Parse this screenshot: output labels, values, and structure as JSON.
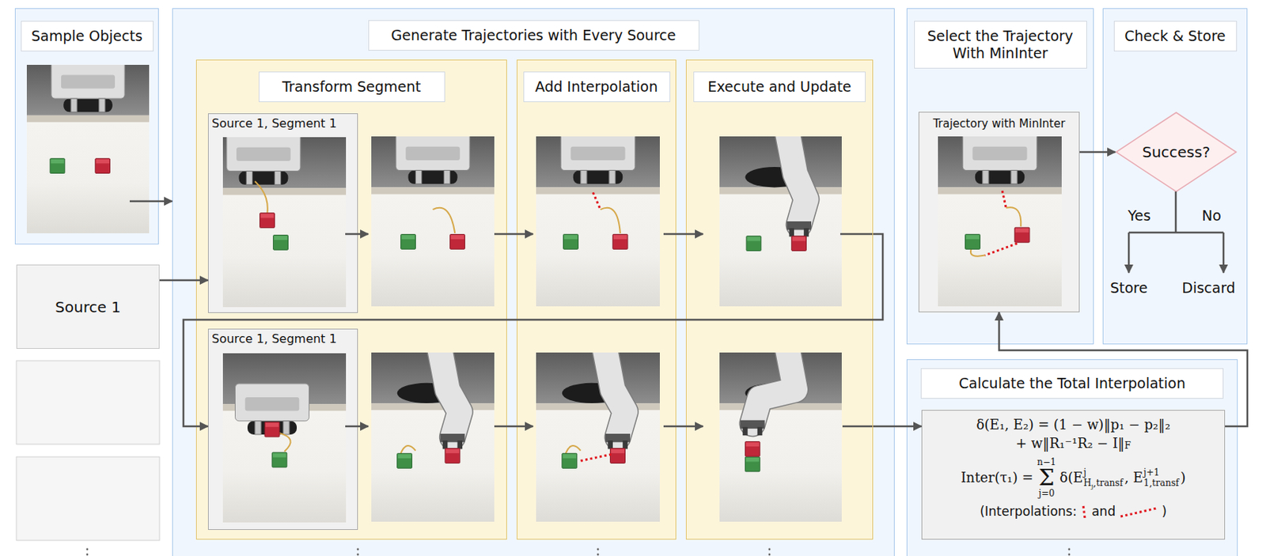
{
  "diagram": {
    "nodes": [
      {
        "text": [
          "Sample Objects"
        ]
      },
      {
        "text": [
          "Source 1"
        ]
      },
      {
        "text": [
          "Generate Trajectories with Every Source"
        ]
      },
      {
        "text": [
          "Transform Segment"
        ],
        "in": 2
      },
      {
        "text": [
          "Source 1, Segment 1"
        ],
        "in": 3
      },
      {
        "text": [
          "Add Interpolation"
        ],
        "in": 2
      },
      {
        "text": [
          "Execute and Update"
        ],
        "in": 2
      },
      {
        "text": [
          "Source 1, Segment 1"
        ],
        "in": 3
      },
      {
        "text": [
          "Select the Trajectory With MinInter"
        ]
      },
      {
        "text": [
          "Trajectory with MinInter"
        ],
        "in": 8
      },
      {
        "text": [
          "Check & Store"
        ]
      },
      {
        "text": [
          "Success?"
        ],
        "in": 10
      },
      {
        "text": [
          "Calculate the Total Interpolation"
        ]
      },
      {
        "text": [
          "δ(E₁, E₂) = (1 − w)‖p₁ − p₂‖₂",
          "+ w‖R₁⁻¹R₂ − I‖",
          "F",
          "Inter(τ₁) =",
          "n−1",
          "Σ",
          "j=0",
          "δ(E",
          "j",
          "H",
          "j",
          ",transf",
          ", E",
          "j+1",
          "1,transf",
          ")",
          "(Interpolations:",
          "and",
          ")"
        ],
        "in": 12
      }
    ],
    "edges": [
      {
        "from": 0,
        "to": 2,
        "arrow": "to"
      },
      {
        "from": 1,
        "to": 4,
        "arrow": "to"
      },
      {
        "from": 6,
        "to": 7,
        "arrow": "to"
      },
      {
        "from": 6,
        "to": 13,
        "arrow": "to"
      },
      {
        "from": 13,
        "to": 9,
        "arrow": "to"
      },
      {
        "from": 9,
        "to": 11,
        "arrow": "to"
      }
    ],
    "labels": [
      "Yes",
      "No",
      "Store",
      "Discard"
    ]
  }
}
